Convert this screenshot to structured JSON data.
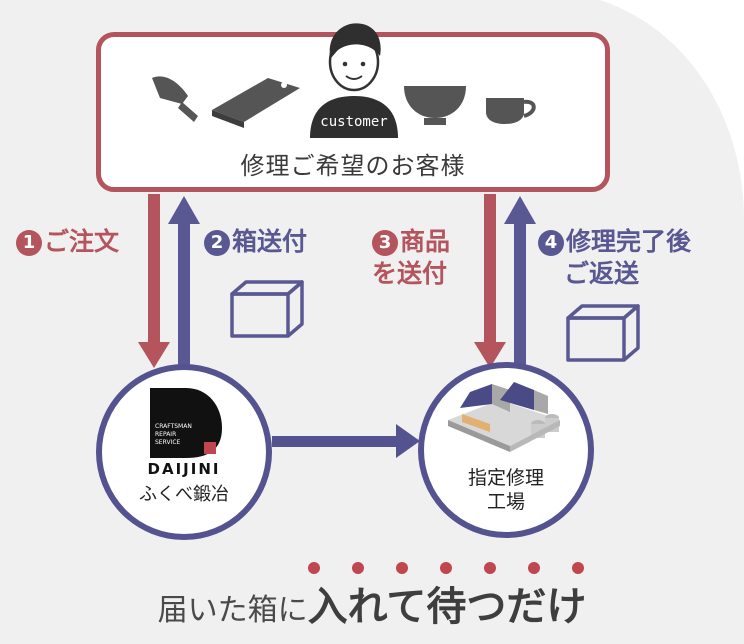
{
  "colors": {
    "red": "#b4545c",
    "blue": "#5a5893",
    "circle_border": "#55538f",
    "bg_gray": "#f1f0f0",
    "dots": "#c0474f"
  },
  "customer": {
    "badge": "customer",
    "title": "修理ご希望のお客様",
    "items": [
      "knife-icon",
      "cutting-board-icon",
      "rice-bowl-icon",
      "cup-icon"
    ]
  },
  "steps": [
    {
      "num": "1",
      "label": "ご注文"
    },
    {
      "num": "2",
      "label": "箱送付"
    },
    {
      "num": "3",
      "line1": "商品",
      "line2": "を送付"
    },
    {
      "num": "4",
      "line1": "修理完了後",
      "line2": "ご返送"
    }
  ],
  "maker": {
    "logo_lines": [
      "CRAFTSMAN",
      "REPAIR",
      "SERVICE"
    ],
    "brand": "DAIJINI",
    "name": "ふくべ鍛冶"
  },
  "factory": {
    "label": "指定修理\n工場"
  },
  "tagline": {
    "part1": "届いた箱に",
    "part2": "入れて待つだけ"
  }
}
